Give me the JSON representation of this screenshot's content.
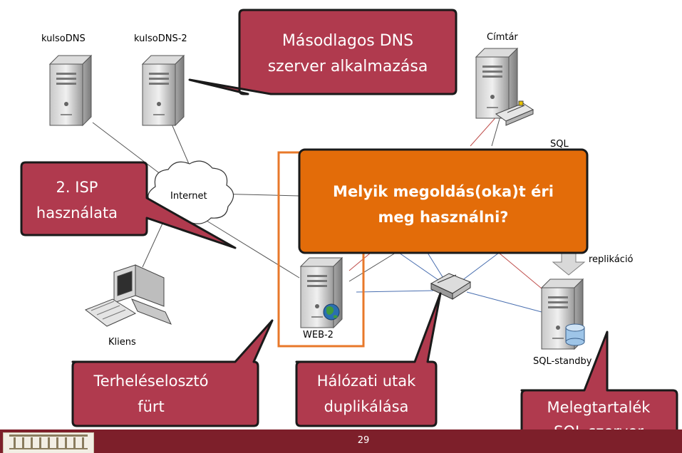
{
  "nodes": {
    "kulsodns": "kulsoDNS",
    "kulsodns2": "kulsoDNS-2",
    "cimtar": "Címtár",
    "sql_partial": "SQL",
    "internet": "Internet",
    "kliens": "Kliens",
    "web2": "WEB-2",
    "sql_standby": "SQL-standby",
    "replikacio": "replikáció"
  },
  "callouts": {
    "masodlagos_dns": [
      "Másodlagos DNS",
      "szerver alkalmazása"
    ],
    "isp": [
      "2. ISP",
      "használata"
    ],
    "question": [
      "Melyik megoldás(oka)t éri",
      "meg használni?"
    ],
    "terheles": [
      "Terheléselosztó",
      "fürt"
    ],
    "halozati": [
      "Hálózati utak",
      "duplikálása"
    ],
    "melegtartalek": [
      "Melegtartalék",
      "SQL szerver"
    ]
  },
  "footer": {
    "page_number": "29"
  },
  "colors": {
    "callout": "#b03a4e",
    "question": "#e36c09",
    "cluster_box": "#e8782a",
    "footer": "#7d1f2a"
  }
}
